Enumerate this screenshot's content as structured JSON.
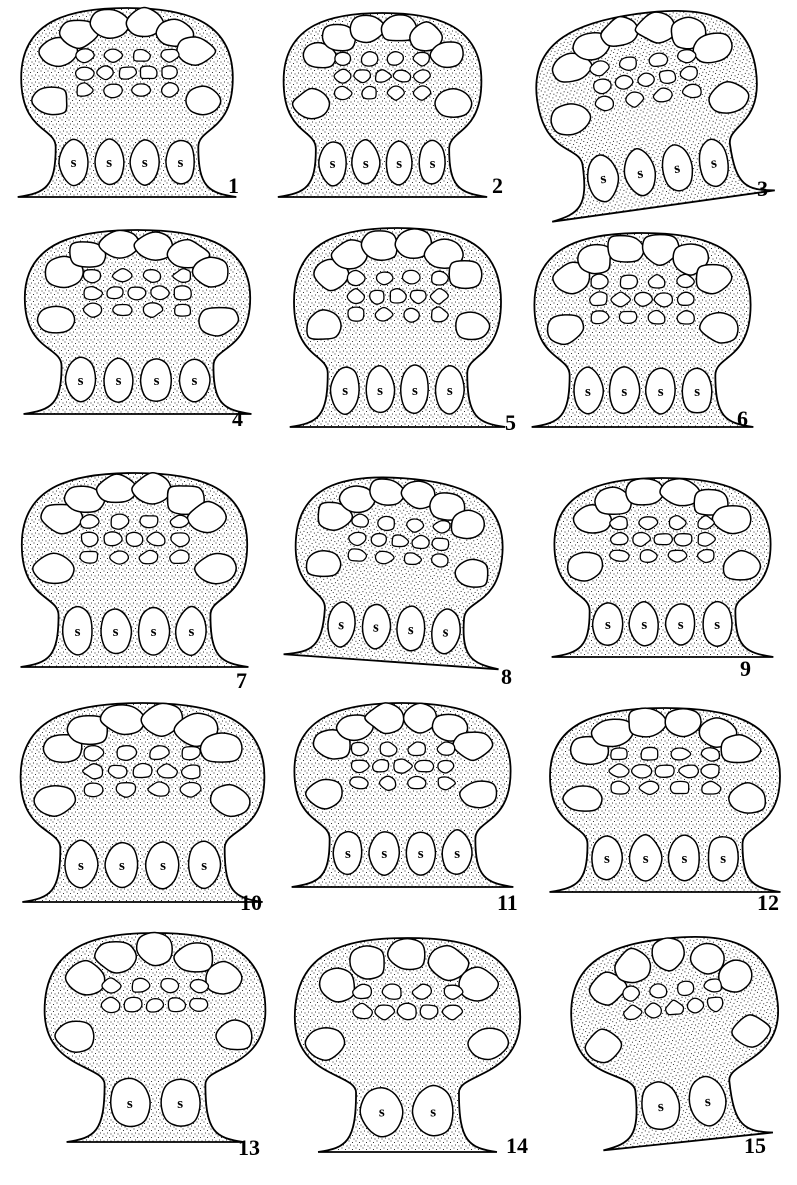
{
  "figures": [
    {
      "number": "1",
      "s_count": 4
    },
    {
      "number": "2",
      "s_count": 4
    },
    {
      "number": "3",
      "s_count": 4
    },
    {
      "number": "4",
      "s_count": 4
    },
    {
      "number": "5",
      "s_count": 4
    },
    {
      "number": "6",
      "s_count": 4
    },
    {
      "number": "7",
      "s_count": 4
    },
    {
      "number": "8",
      "s_count": 4
    },
    {
      "number": "9",
      "s_count": 4
    },
    {
      "number": "10",
      "s_count": 4
    },
    {
      "number": "11",
      "s_count": 4
    },
    {
      "number": "12",
      "s_count": 4
    },
    {
      "number": "13",
      "s_count": 2
    },
    {
      "number": "14",
      "s_count": 2
    },
    {
      "number": "15",
      "s_count": 2
    }
  ],
  "stalk_label": "s",
  "colors": {
    "ink": "#000000",
    "background": "#ffffff",
    "stipple": "#000000"
  }
}
